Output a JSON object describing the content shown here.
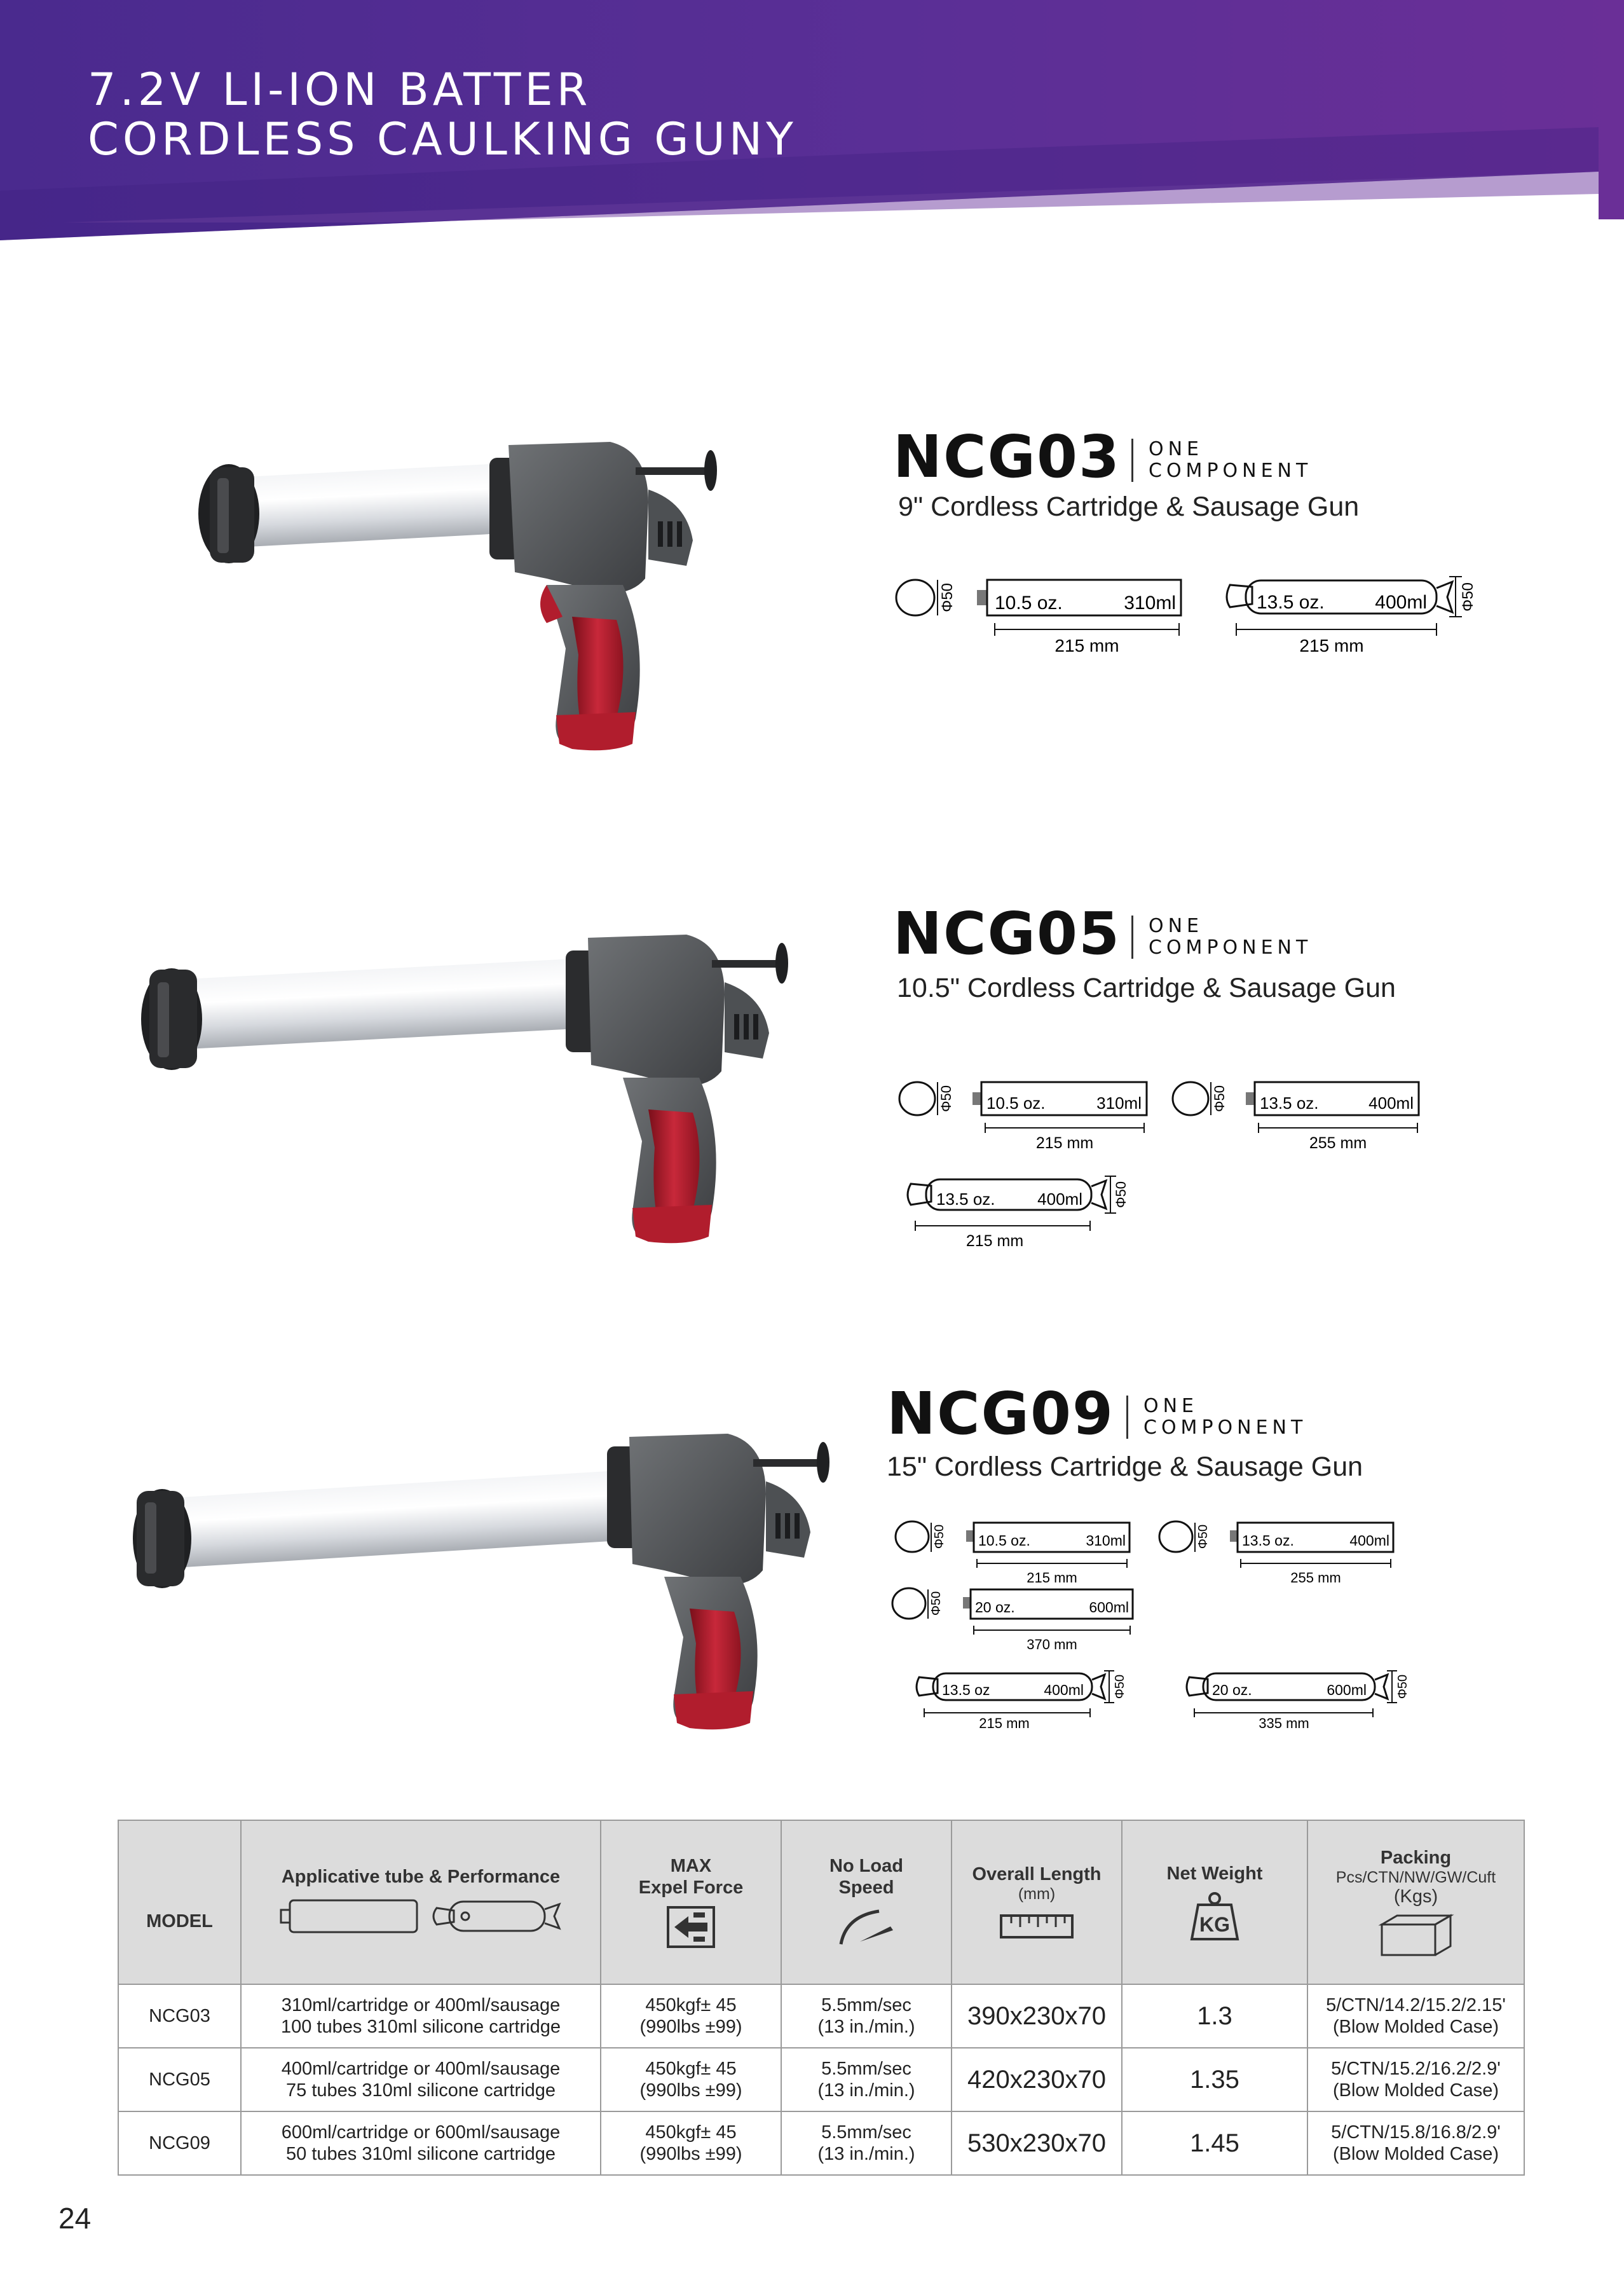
{
  "header": {
    "title_line1": "7.2V LI-ION BATTER",
    "title_line2": "CORDLESS CAULKING GUNY",
    "color_purple": "#5b2d91"
  },
  "products": [
    {
      "model": "NCG03",
      "component_line1": "ONE",
      "component_line2": "COMPONENT",
      "subtitle": "9\" Cordless Cartridge & Sausage Gun",
      "diagrams": [
        {
          "kind": "cartridge",
          "diameter": "Φ50",
          "oz": "10.5 oz.",
          "ml": "310ml",
          "length": "215 mm"
        },
        {
          "kind": "sausage",
          "diameter": "Φ50",
          "oz": "13.5 oz.",
          "ml": "400ml",
          "length": "215 mm"
        }
      ]
    },
    {
      "model": "NCG05",
      "component_line1": "ONE",
      "component_line2": "COMPONENT",
      "subtitle": "10.5\" Cordless Cartridge & Sausage Gun",
      "diagrams": [
        {
          "kind": "cartridge",
          "diameter": "Φ50",
          "oz": "10.5 oz.",
          "ml": "310ml",
          "length": "215 mm"
        },
        {
          "kind": "cartridge",
          "diameter": "Φ50",
          "oz": "13.5 oz.",
          "ml": "400ml",
          "length": "255 mm"
        },
        {
          "kind": "sausage",
          "diameter": "Φ50",
          "oz": "13.5 oz.",
          "ml": "400ml",
          "length": "215 mm"
        }
      ]
    },
    {
      "model": "NCG09",
      "component_line1": "ONE",
      "component_line2": "COMPONENT",
      "subtitle": "15\" Cordless Cartridge & Sausage Gun",
      "diagrams": [
        {
          "kind": "cartridge",
          "diameter": "Φ50",
          "oz": "10.5 oz.",
          "ml": "310ml",
          "length": "215 mm"
        },
        {
          "kind": "cartridge",
          "diameter": "Φ50",
          "oz": "13.5 oz.",
          "ml": "400ml",
          "length": "255 mm"
        },
        {
          "kind": "cartridge",
          "diameter": "Φ50",
          "oz": "20 oz.",
          "ml": "600ml",
          "length": "370 mm"
        },
        {
          "kind": "sausage",
          "diameter": "Φ50",
          "oz": "13.5 oz",
          "ml": "400ml",
          "length": "215 mm"
        },
        {
          "kind": "sausage",
          "diameter": "Φ50",
          "oz": "20 oz.",
          "ml": "600ml",
          "length": "335 mm"
        }
      ]
    }
  ],
  "table": {
    "headers": {
      "model": "MODEL",
      "tube": "Applicative tube & Performance",
      "force_line1": "MAX",
      "force_line2": "Expel Force",
      "speed_line1": "No Load",
      "speed_line2": "Speed",
      "length": "Overall Length",
      "length_unit": "(mm)",
      "weight": "Net Weight",
      "weight_icon_label": "KG",
      "packing": "Packing",
      "packing_sub": "Pcs/CTN/NW/GW/Cuft",
      "packing_unit": "(Kgs)"
    },
    "rows": [
      {
        "model": "NCG03",
        "tube_line1": "310ml/cartridge or 400ml/sausage",
        "tube_line2": "100 tubes 310ml silicone cartridge",
        "force_line1": "450kgf± 45",
        "force_line2": "(990lbs ±99)",
        "speed_line1": "5.5mm/sec",
        "speed_line2": "(13 in./min.)",
        "length": "390x230x70",
        "weight": "1.3",
        "pack_line1": "5/CTN/14.2/15.2/2.15'",
        "pack_line2": "(Blow Molded Case)"
      },
      {
        "model": "NCG05",
        "tube_line1": "400ml/cartridge or 400ml/sausage",
        "tube_line2": "75 tubes 310ml silicone cartridge",
        "force_line1": "450kgf± 45",
        "force_line2": "(990lbs ±99)",
        "speed_line1": "5.5mm/sec",
        "speed_line2": "(13 in./min.)",
        "length": "420x230x70",
        "weight": "1.35",
        "pack_line1": "5/CTN/15.2/16.2/2.9'",
        "pack_line2": "(Blow Molded Case)"
      },
      {
        "model": "NCG09",
        "tube_line1": "600ml/cartridge or 600ml/sausage",
        "tube_line2": "50 tubes 310ml silicone cartridge",
        "force_line1": "450kgf± 45",
        "force_line2": "(990lbs ±99)",
        "speed_line1": "5.5mm/sec",
        "speed_line2": "(13 in./min.)",
        "length": "530x230x70",
        "weight": "1.45",
        "pack_line1": "5/CTN/15.8/16.8/2.9'",
        "pack_line2": "(Blow Molded Case)"
      }
    ]
  },
  "page_number": "24"
}
